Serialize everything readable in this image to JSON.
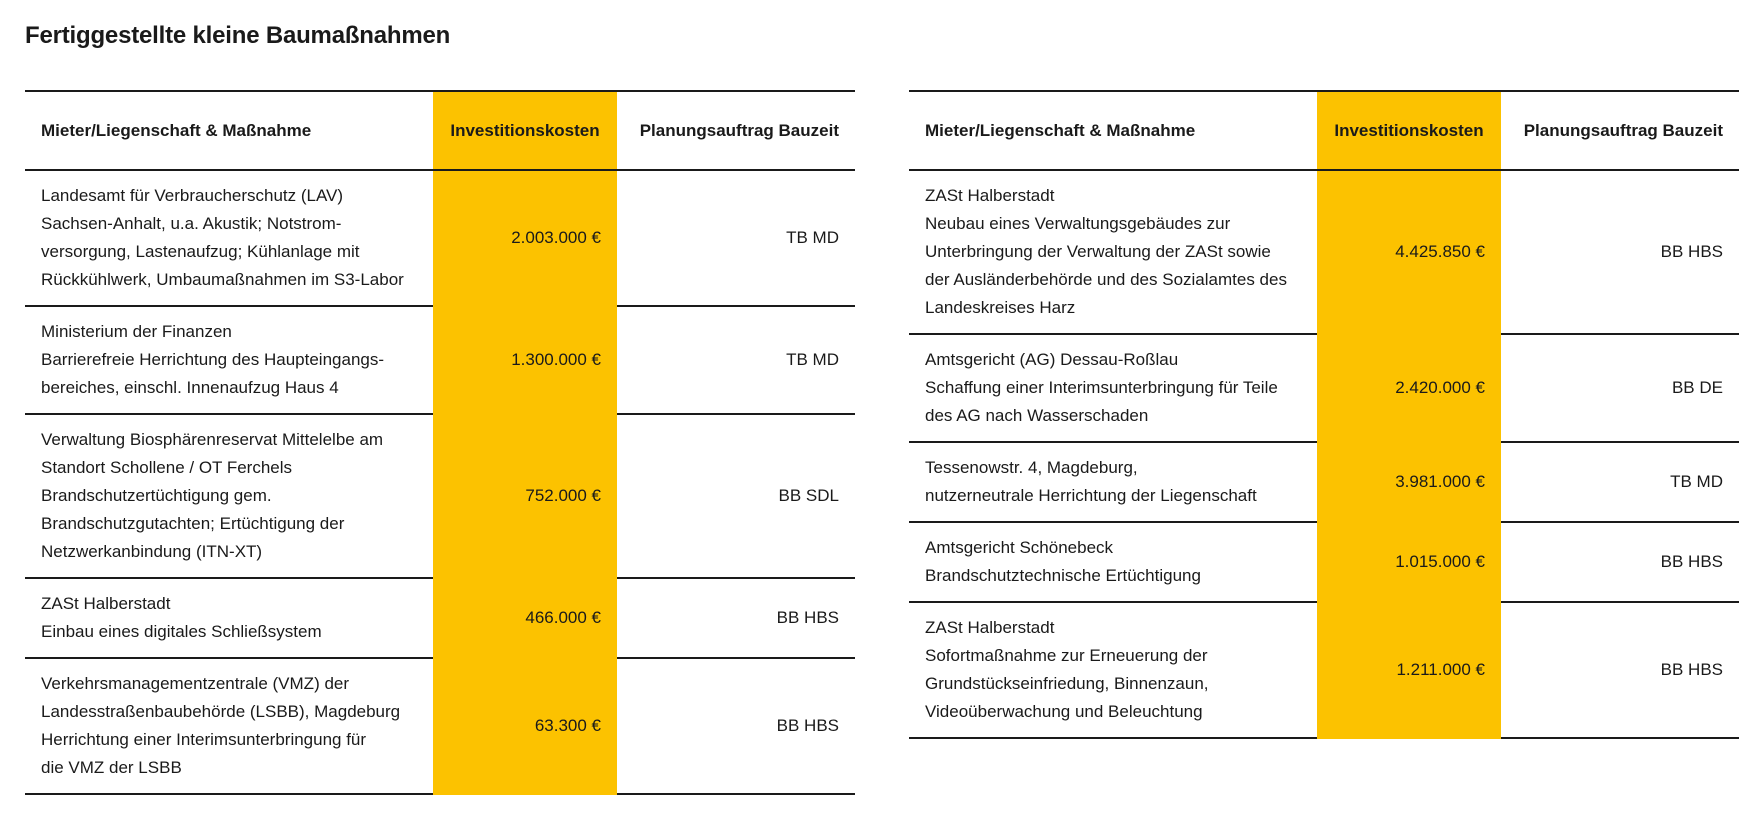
{
  "title": "Fertiggestellte kleine Baumaßnahmen",
  "headers": {
    "a": "Mieter/Liegenschaft & Maßnahme",
    "b": "Investitionskosten",
    "c": "Planungsauftrag Bauzeit"
  },
  "colors": {
    "accent": "#fcc200",
    "text": "#1a1a1a",
    "background": "#ffffff"
  },
  "left": {
    "rows": [
      {
        "lines": [
          "Landesamt für Verbraucherschutz (LAV)",
          "Sachsen-Anhalt, u.a. Akustik; Notstrom-",
          "versorgung, Lastenaufzug; Kühlanlage mit",
          "Rückkühlwerk, Umbaumaßnahmen im S3-Labor"
        ],
        "cost": "2.003.000 €",
        "office": "TB MD"
      },
      {
        "lines": [
          "Ministerium der Finanzen",
          "Barrierefreie Herrichtung des Haupteingangs-",
          "bereiches, einschl. Innenaufzug Haus 4"
        ],
        "cost": "1.300.000 €",
        "office": "TB MD"
      },
      {
        "lines": [
          "Verwaltung Biosphärenreservat Mittelelbe am",
          "Standort Schollene / OT Ferchels",
          "Brandschutzertüchtigung gem.",
          "Brandschutzgutachten; Ertüchtigung der",
          "Netzwerkanbindung (ITN-XT)"
        ],
        "cost": "752.000 €",
        "office": "BB SDL"
      },
      {
        "lines": [
          "ZASt Halberstadt",
          "Einbau eines digitales Schließsystem"
        ],
        "cost": "466.000 €",
        "office": "BB HBS"
      },
      {
        "lines": [
          "Verkehrsmanagementzentrale (VMZ) der",
          "Landesstraßenbaubehörde (LSBB), Magdeburg",
          " Herrichtung einer Interimsunterbringung für",
          "die VMZ der LSBB"
        ],
        "cost": "63.300 €",
        "office": "BB HBS"
      }
    ]
  },
  "right": {
    "rows": [
      {
        "lines": [
          "ZASt Halberstadt",
          "Neubau eines Verwaltungsgebäudes zur",
          "Unterbringung der Verwaltung der ZASt sowie",
          "der Ausländerbehörde und des Sozialamtes des",
          "Landeskreises Harz"
        ],
        "cost": "4.425.850 €",
        "office": "BB HBS"
      },
      {
        "lines": [
          "Amtsgericht (AG) Dessau-Roßlau",
          "Schaffung einer Interimsunterbringung für Teile",
          "des AG nach Wasserschaden"
        ],
        "cost": "2.420.000 €",
        "office": "BB DE"
      },
      {
        "lines": [
          "Tessenowstr. 4, Magdeburg,",
          "nutzerneutrale Herrichtung der Liegenschaft"
        ],
        "cost": "3.981.000 €",
        "office": "TB MD"
      },
      {
        "lines": [
          "Amtsgericht Schönebeck",
          "Brandschutztechnische Ertüchtigung"
        ],
        "cost": "1.015.000 €",
        "office": "BB HBS"
      },
      {
        "lines": [
          "ZASt Halberstadt",
          "Sofortmaßnahme zur Erneuerung der",
          "Grundstückseinfriedung, Binnenzaun,",
          "Videoüberwachung und Beleuchtung"
        ],
        "cost": "1.211.000 €",
        "office": "BB HBS"
      }
    ]
  }
}
